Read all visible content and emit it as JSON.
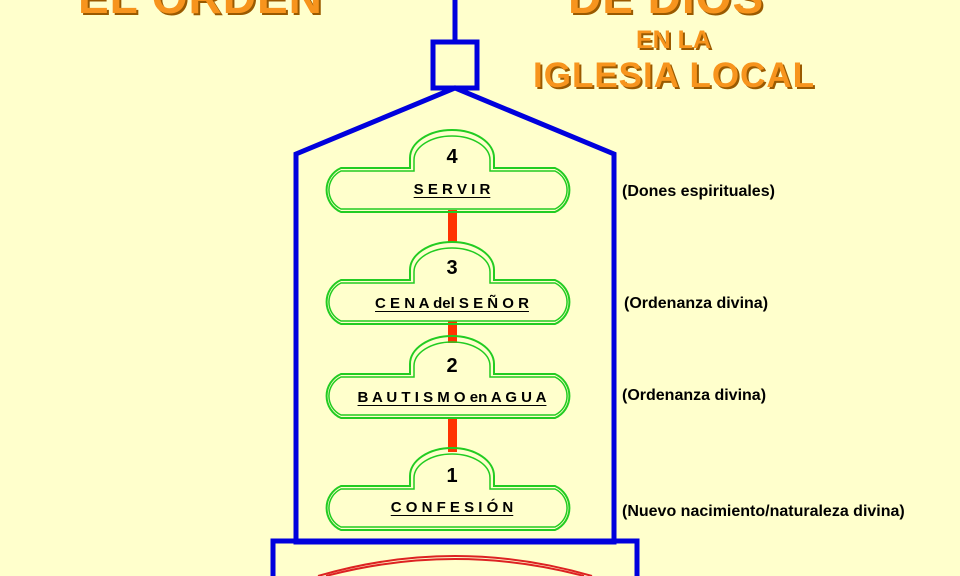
{
  "title": {
    "line1_left": "EL ORDEN",
    "line1_right": "DE DIOS",
    "line2": "EN LA",
    "line3": "IGLESIA  LOCAL"
  },
  "steps": [
    {
      "number": "4",
      "label": "S E R V I R",
      "note": "(Dones espirituales)"
    },
    {
      "number": "3",
      "label": "C E N A del S E Ñ O R",
      "note": "(Ordenanza divina)"
    },
    {
      "number": "2",
      "label": "B A U T I S M O en A G U A",
      "note": "(Ordenanza divina)"
    },
    {
      "number": "1",
      "label": "C O N F E S I Ó N",
      "note": "(Nuevo nacimiento/naturaleza divina)"
    }
  ],
  "colors": {
    "background": "#FFFFCC",
    "outline": "#0000DD",
    "title": "#F7941D",
    "step_outline": "#22CC22",
    "connector": "#FF3300",
    "base_arc": "#DD2222"
  }
}
